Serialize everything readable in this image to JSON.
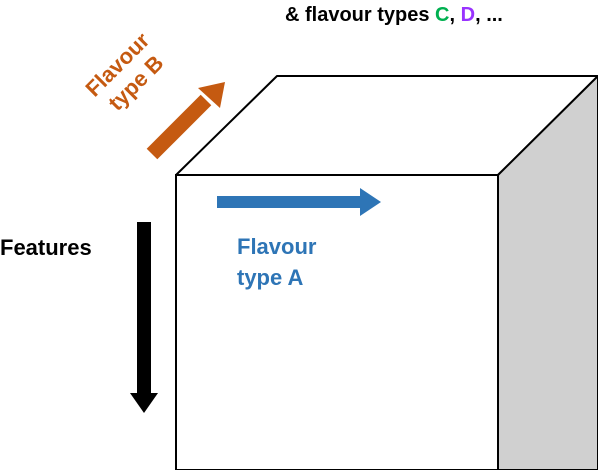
{
  "top_label": {
    "prefix": "& flavour types ",
    "c": "C",
    "sep1": ", ",
    "d": "D",
    "suffix": ", ..."
  },
  "flavour_b": {
    "line1": "Flavour",
    "line2": "type B"
  },
  "flavour_a": {
    "line1": "Flavour",
    "line2": "type A"
  },
  "features_label": "Features",
  "colors": {
    "flavour_a": "#2E75B6",
    "flavour_b": "#C55A11",
    "flavour_c": "#00B050",
    "flavour_d": "#9933FF",
    "features": "#000000",
    "cube_edge": "#000000",
    "cube_face_front": "#ffffff",
    "cube_face_top": "#ffffff",
    "cube_face_side": "#d0d0d0"
  }
}
